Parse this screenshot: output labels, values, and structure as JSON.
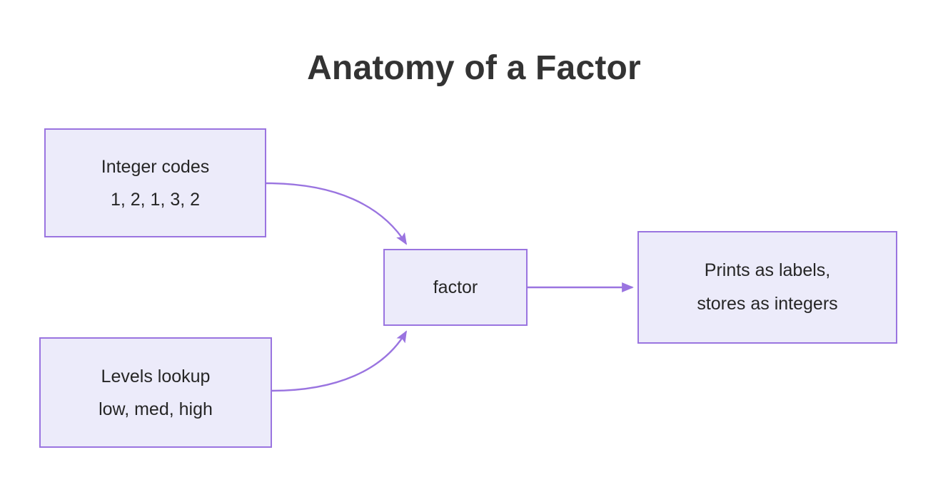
{
  "title": "Anatomy of a Factor",
  "theme": {
    "background": "#ffffff",
    "node_fill": "#ecebfa",
    "node_border": "#9a74e0",
    "connector": "#9a74e0",
    "title_color": "#333333",
    "node_text_color": "#262626"
  },
  "diagram": {
    "type": "flow",
    "nodes": [
      {
        "id": "integer-codes",
        "line1": "Integer codes",
        "line2": "1, 2, 1, 3, 2"
      },
      {
        "id": "levels-lookup",
        "line1": "Levels lookup",
        "line2": "low, med, high"
      },
      {
        "id": "factor",
        "line1": "factor",
        "line2": ""
      },
      {
        "id": "output",
        "line1": "Prints as labels,",
        "line2": "stores as integers"
      }
    ],
    "edges": [
      {
        "id": "codes-to-factor",
        "from": "integer-codes",
        "to": "factor",
        "style": "curved",
        "label": ""
      },
      {
        "id": "levels-to-factor",
        "from": "levels-lookup",
        "to": "factor",
        "style": "curved",
        "label": ""
      },
      {
        "id": "factor-to-output",
        "from": "factor",
        "to": "output",
        "style": "straight",
        "label": ""
      }
    ]
  }
}
